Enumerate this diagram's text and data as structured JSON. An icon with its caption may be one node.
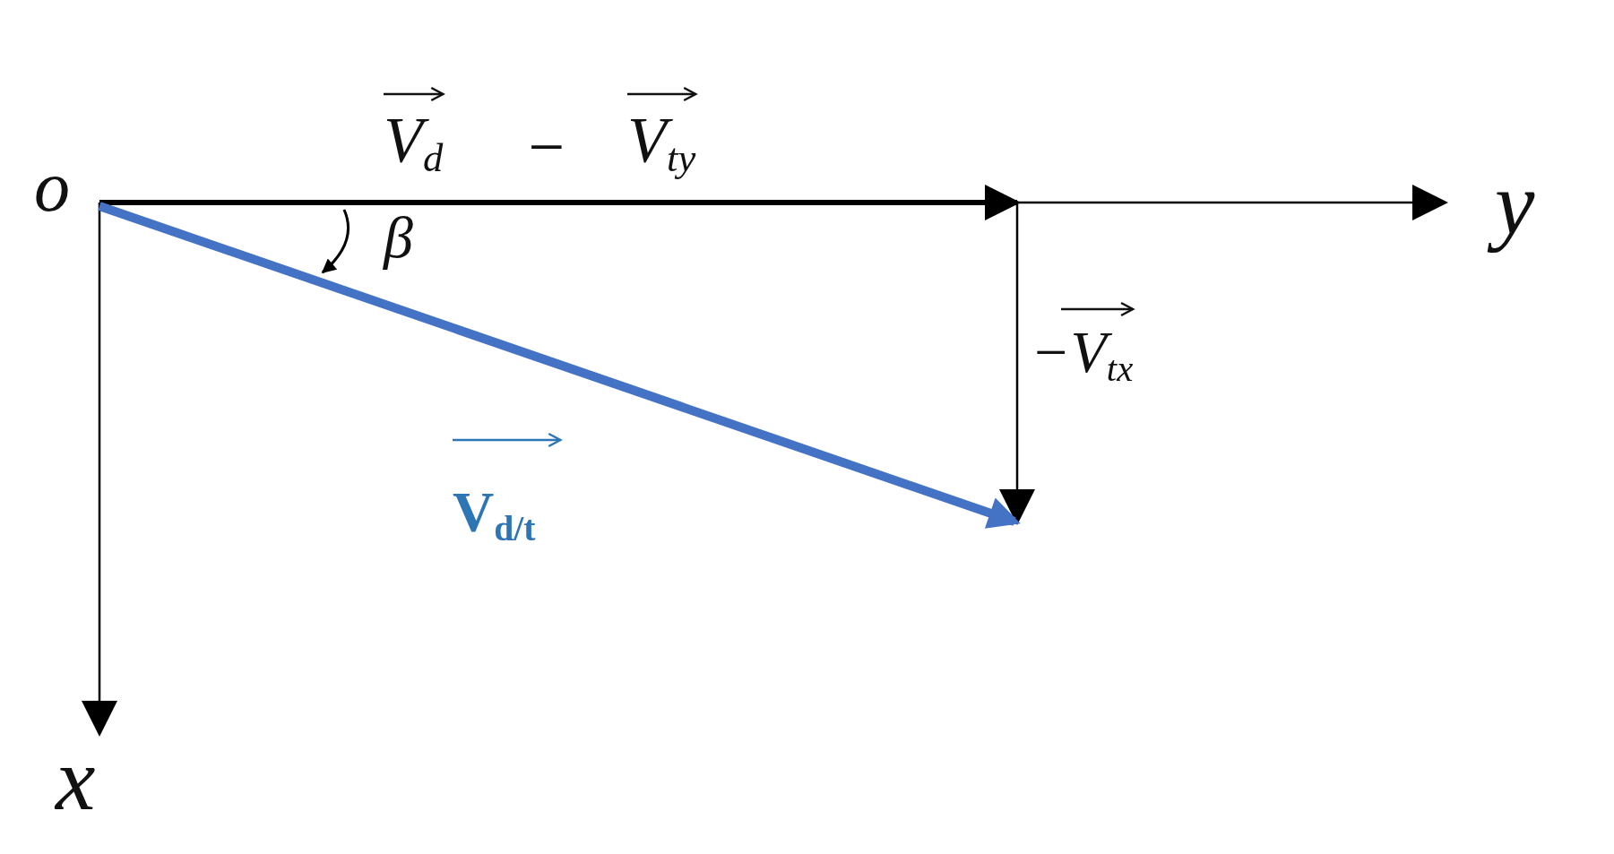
{
  "diagram": {
    "labels": [
      "o",
      "V$_{d}$",
      "−",
      "V$_{ty}$",
      "y",
      "β",
      "−V$_{tx}$",
      "V$_{d/t}$",
      "x"
    ]
  }
}
